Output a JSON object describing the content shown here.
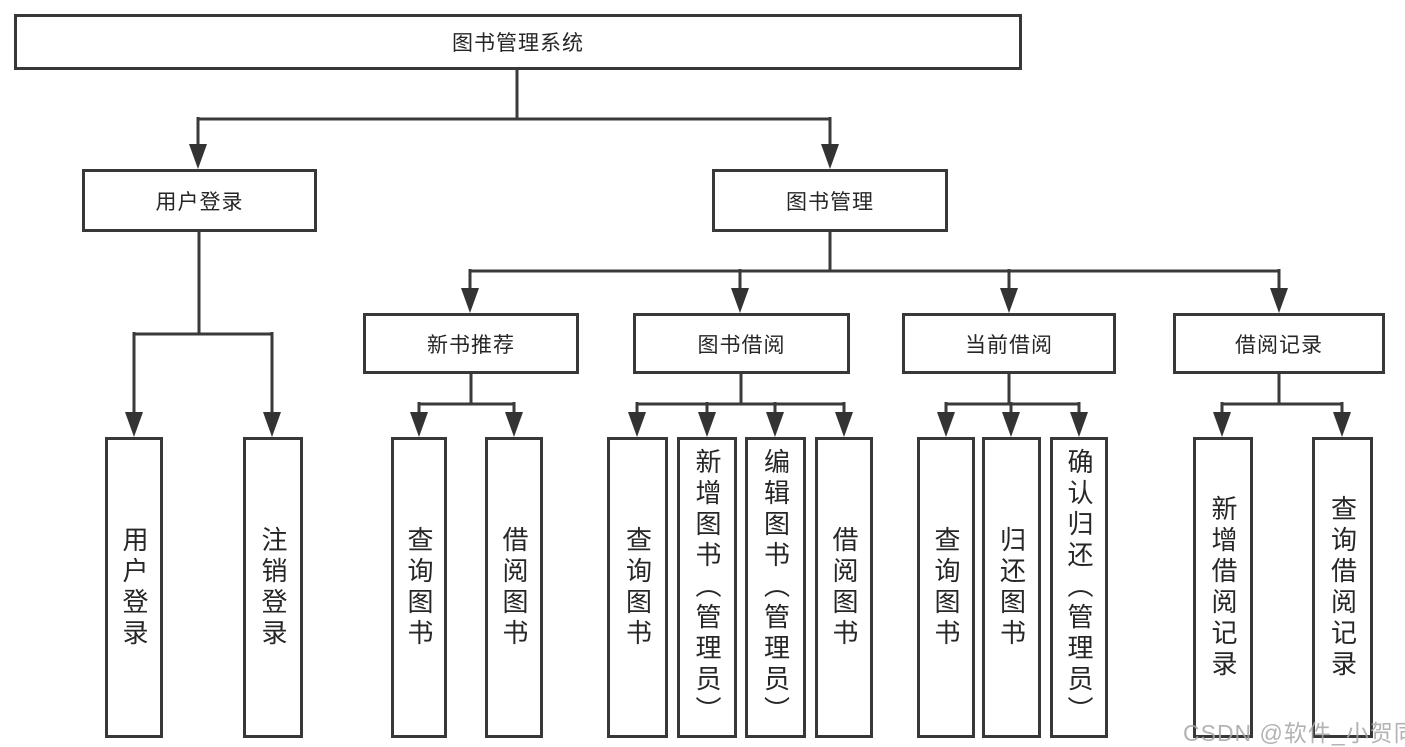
{
  "diagram": {
    "root": {
      "label": "图书管理系统"
    },
    "branches": [
      {
        "label": "用户登录",
        "leaves": [
          {
            "label": "用户登录"
          },
          {
            "label": "注销登录"
          }
        ]
      },
      {
        "label": "图书管理",
        "groups": [
          {
            "label": "新书推荐",
            "leaves": [
              {
                "label": "查询图书"
              },
              {
                "label": "借阅图书"
              }
            ]
          },
          {
            "label": "图书借阅",
            "leaves": [
              {
                "label": "查询图书"
              },
              {
                "label": "新增图书（管理员）"
              },
              {
                "label": "编辑图书（管理员）"
              },
              {
                "label": "借阅图书"
              }
            ]
          },
          {
            "label": "当前借阅",
            "leaves": [
              {
                "label": "查询图书"
              },
              {
                "label": "归还图书"
              },
              {
                "label": "确认归还（管理员）"
              }
            ]
          },
          {
            "label": "借阅记录",
            "leaves": [
              {
                "label": "新增借阅记录"
              },
              {
                "label": "查询借阅记录"
              }
            ]
          }
        ]
      }
    ]
  },
  "watermark": {
    "text": "CSDN @软件_小贺同学"
  },
  "colors": {
    "line": "#3a3a3a",
    "box_border": "#383838",
    "box_fill": "#ffffff",
    "text": "#262626",
    "watermark": "#a6a6a6",
    "background": "#ffffff"
  }
}
